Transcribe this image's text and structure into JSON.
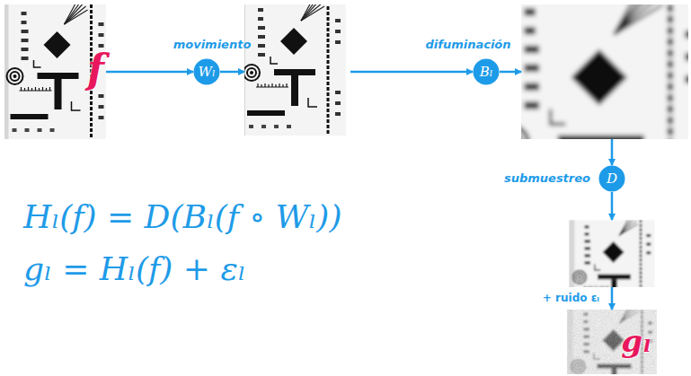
{
  "diagram": {
    "nodes": [
      {
        "text": [
          "f"
        ]
      },
      {
        "text": [
          "movimiento",
          "Wₗ"
        ]
      },
      {
        "text": []
      },
      {
        "text": [
          "difuminación",
          "Bₗ"
        ]
      },
      {
        "text": []
      },
      {
        "text": [
          "submuestreo",
          "D"
        ]
      },
      {
        "text": []
      },
      {
        "text": [
          "gₗ"
        ]
      }
    ],
    "edges": [
      {
        "from": 0,
        "to": 1,
        "arrow": "to"
      },
      {
        "from": 1,
        "to": 2,
        "arrow": "to"
      },
      {
        "from": 2,
        "to": 3,
        "arrow": "to"
      },
      {
        "from": 3,
        "to": 4,
        "arrow": "to"
      },
      {
        "from": 4,
        "to": 5,
        "arrow": "to"
      },
      {
        "from": 5,
        "to": 6,
        "arrow": "to"
      },
      {
        "from": 6,
        "to": 7,
        "label": "+ ruido εₗ",
        "arrow": "to"
      }
    ],
    "labels": [
      "Hₗ(f) = D(Bₗ(f ∘ Wₗ))",
      "gₗ = Hₗ(f) + εₗ"
    ]
  }
}
